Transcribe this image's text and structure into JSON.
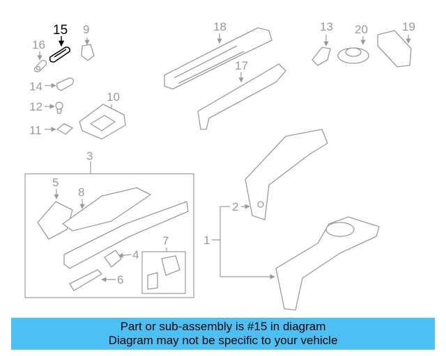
{
  "diagram": {
    "highlight_part": "15",
    "callouts": [
      "15",
      "9",
      "16",
      "14",
      "12",
      "11",
      "10",
      "18",
      "17",
      "13",
      "20",
      "19",
      "3",
      "5",
      "8",
      "4",
      "7",
      "6",
      "2",
      "1"
    ],
    "colors": {
      "highlight": "#000000",
      "parts": "#9a9a9a",
      "banner": "#4cc0f2"
    }
  },
  "banner": {
    "line1": "Part or sub-assembly is #15 in diagram",
    "line2": "Diagram may not be specific to your vehicle"
  }
}
